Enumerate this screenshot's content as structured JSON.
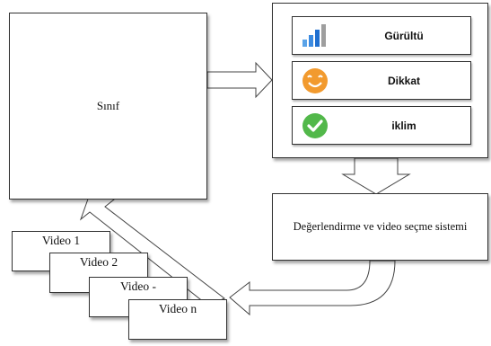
{
  "classroom": {
    "label": "Sınıf"
  },
  "sensors": [
    {
      "label": "Gürültü",
      "icon": "signal-bars-icon"
    },
    {
      "label": "Dikkat",
      "icon": "smiley-face-icon"
    },
    {
      "label": "iklim",
      "icon": "checkmark-circle-icon"
    }
  ],
  "evaluation": {
    "label": "Değerlendirme ve video seçme sistemi"
  },
  "videos": [
    "Video 1",
    "Video 2",
    "Video -",
    "Video n"
  ],
  "colors": {
    "bar_light": "#5aa3e8",
    "bar_dark": "#1f6fd0",
    "bar_gray": "#9e9e9e",
    "smiley": "#f29a2e",
    "check": "#52b84a"
  }
}
